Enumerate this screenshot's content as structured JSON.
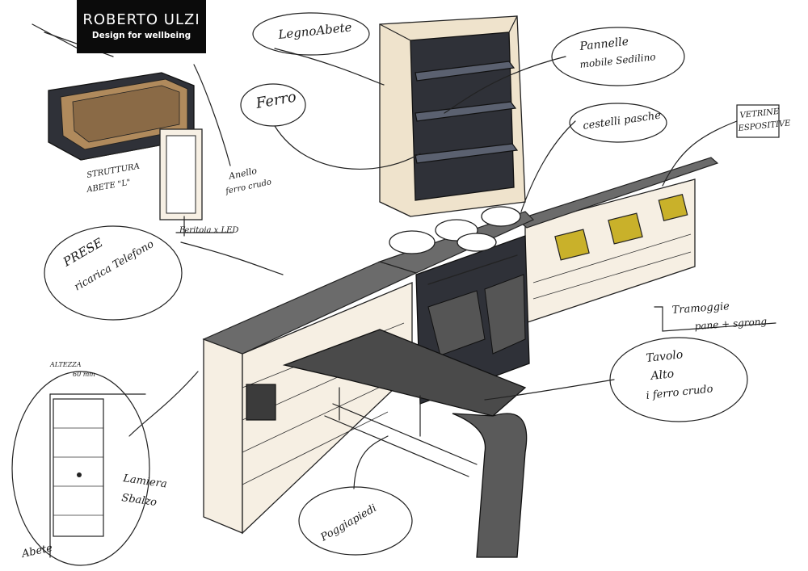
{
  "brand": {
    "name": "ROBERTO ULZI",
    "tagline": "Design for wellbeing"
  },
  "notes": {
    "legno_abete": "LegnoAbete",
    "pannello": "Pannelle",
    "mobile_sedili": "mobile Sedilino",
    "ferro": "Ferro",
    "cestelli": "cestelli pasche",
    "vetrine_1": "VETRINE",
    "vetrine_2": "ESPOSITIVE",
    "struttura_1": "STRUTTURA",
    "struttura_2": "ABETE \"L\"",
    "anello": "Anello",
    "ferro_crudo": "ferro crudo",
    "feritoia_led": "Feritoia x LED",
    "prese_1": "PRESE",
    "prese_2": "ricarica Telefono",
    "tramoggie_1": "Tramoggie",
    "tramoggie_2": "pane + sgrong",
    "tavolo_1": "Tavolo",
    "tavolo_2": "Alto",
    "tavolo_3": "i ferro crudo",
    "altezza_1": "ALTEZZA",
    "altezza_2": "60 mm",
    "lamiera_1": "Lamiera",
    "lamiera_2": "Sbalzo",
    "abete": "Abete",
    "poggiapiedi": "Poggiapiedi"
  }
}
